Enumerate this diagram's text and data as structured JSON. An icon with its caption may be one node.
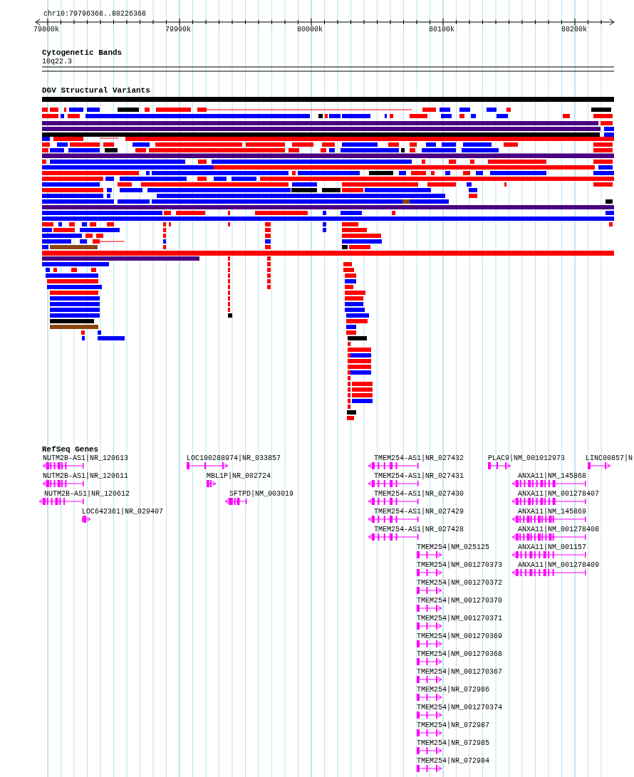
{
  "diagram": {
    "labels": [
      "chr10:79796368..80226368",
      "79800k",
      "79900k",
      "80000k",
      "80100k",
      "80200k",
      "Cytogenetic Bands",
      "10q22.3",
      "DGV Structural Variants",
      "RefSeq Genes",
      "NUTM2B-AS1|NR_120613",
      "LOC100288974|NR_033857",
      "TMEM254-AS1|NR_027432",
      "PLAC9|NM_001012973",
      "LINC00857|N",
      "NUTM2B-AS1|NR_120611",
      "MBL1P|NR_002724",
      "TMEM254-AS1|NR_027431",
      "ANXA11|NM_145868",
      "NUTM2B-AS1|NR_120612",
      "SFTPD|NM_003019",
      "TMEM254-AS1|NR_027430",
      "ANXA11|NM_001278407",
      "LOC642361|NR_029407",
      "TMEM254-AS1|NR_027429",
      "ANXA11|NM_145869",
      "TMEM254-AS1|NR_027428",
      "ANXA11|NM_001278408",
      "TMEM254|NM_025125",
      "ANXA11|NM_001157",
      "TMEM254|NM_001270373",
      "ANXA11|NM_001278409",
      "TMEM254|NM_001270372",
      "TMEM254|NM_001270370",
      "TMEM254|NM_001270371",
      "TMEM254|NM_001270369",
      "TMEM254|NM_001270368",
      "TMEM254|NM_001270367",
      "TMEM254|NR_072986",
      "TMEM254|NM_001270374",
      "TMEM254|NR_072987",
      "TMEM254|NR_072985",
      "TMEM254|NR_072984"
    ]
  }
}
